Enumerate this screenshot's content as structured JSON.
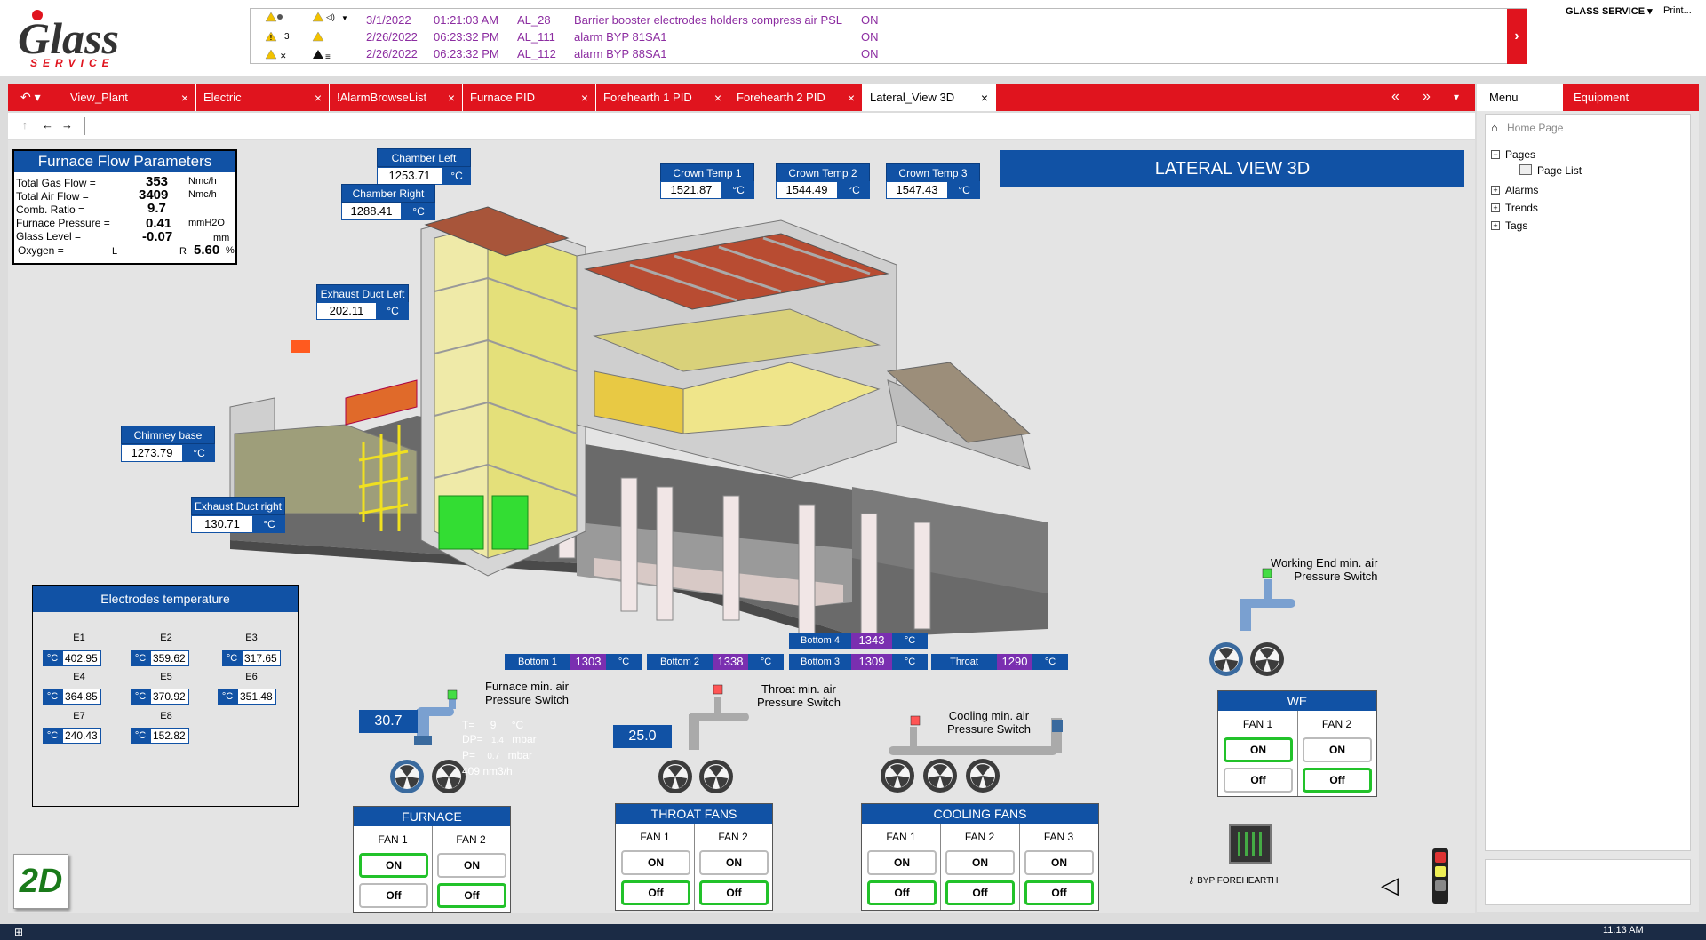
{
  "header": {
    "logo_text": "Glass",
    "logo_sub": "SERVICE",
    "user_menu": "GLASS SERVICE",
    "print_label": "Print...",
    "alarm_count": "3",
    "alarms": [
      {
        "date": "3/1/2022",
        "time": "01:21:03 AM",
        "code": "AL_28",
        "desc": "Barrier booster electrodes holders compress air PSL",
        "state": "ON"
      },
      {
        "date": "2/26/2022",
        "time": "06:23:32 PM",
        "code": "AL_111",
        "desc": "alarm BYP 81SA1",
        "state": "ON"
      },
      {
        "date": "2/26/2022",
        "time": "06:23:32 PM",
        "code": "AL_112",
        "desc": "alarm BYP 88SA1",
        "state": "ON"
      }
    ]
  },
  "tabs": [
    {
      "label": "View_Plant"
    },
    {
      "label": "Electric"
    },
    {
      "label": "!AlarmBrowseList"
    },
    {
      "label": "Furnace PID"
    },
    {
      "label": "Forehearth 1 PID"
    },
    {
      "label": "Forehearth 2 PID"
    },
    {
      "label": "Lateral_View 3D"
    }
  ],
  "right_panel": {
    "menu_tab": "Menu",
    "equipment_tab": "Equipment",
    "home": "Home Page",
    "tree": {
      "pages": "Pages",
      "page_list": "Page List",
      "alarms": "Alarms",
      "trends": "Trends",
      "tags": "Tags"
    }
  },
  "ffp": {
    "title": "Furnace Flow Parameters",
    "gas_label": "Total Gas Flow =",
    "gas_value": "353",
    "gas_unit": "Nmc/h",
    "air_label": "Total Air Flow =",
    "air_value": "3409",
    "air_unit": "Nmc/h",
    "ratio_label": "Comb. Ratio =",
    "ratio_value": "9.7",
    "press_label": "Furnace Pressure =",
    "press_value": "0.41",
    "press_unit": "mmH2O",
    "level_label": "Glass Level =",
    "level_value": "-0.07",
    "level_unit": "mm",
    "oxy_label": "Oxygen =",
    "oxy_l": "L",
    "oxy_r": "R",
    "oxy_value": "5.60",
    "oxy_unit": "%"
  },
  "title": "LATERAL VIEW 3D",
  "temps": {
    "unit": "°C",
    "chamber_left": {
      "label": "Chamber Left",
      "value": "1253.71"
    },
    "chamber_right": {
      "label": "Chamber Right",
      "value": "1288.41"
    },
    "exhaust_left": {
      "label": "Exhaust Duct Left",
      "value": "202.11"
    },
    "chimney": {
      "label": "Chimney base",
      "value": "1273.79"
    },
    "exhaust_right": {
      "label": "Exhaust Duct right",
      "value": "130.71"
    },
    "crown1": {
      "label": "Crown Temp 1",
      "value": "1521.87"
    },
    "crown2": {
      "label": "Crown Temp 2",
      "value": "1544.49"
    },
    "crown3": {
      "label": "Crown Temp 3",
      "value": "1547.43"
    }
  },
  "electrodes": {
    "title": "Electrodes temperature",
    "unit": "°C",
    "items": [
      {
        "name": "E1",
        "value": "402.95"
      },
      {
        "name": "E2",
        "value": "359.62"
      },
      {
        "name": "E3",
        "value": "317.65"
      },
      {
        "name": "E4",
        "value": "364.85"
      },
      {
        "name": "E5",
        "value": "370.92"
      },
      {
        "name": "E6",
        "value": "351.48"
      },
      {
        "name": "E7",
        "value": "240.43"
      },
      {
        "name": "E8",
        "value": "152.82"
      }
    ]
  },
  "bottom": {
    "unit": "°C",
    "b1": {
      "label": "Bottom 1",
      "value": "1303"
    },
    "b2": {
      "label": "Bottom 2",
      "value": "1338"
    },
    "b3": {
      "label": "Bottom 3",
      "value": "1309"
    },
    "b4": {
      "label": "Bottom 4",
      "value": "1343"
    },
    "throat": {
      "label": "Throat",
      "value": "1290"
    }
  },
  "furnace_fans": {
    "title": "FURNACE",
    "fan1": "FAN 1",
    "fan2": "FAN 2",
    "on": "ON",
    "off": "Off",
    "pressure_value": "30.7",
    "switch_label": "Furnace min. air\nPressure Switch",
    "t_label": "T=",
    "t_val": "9",
    "t_unit": "°C",
    "dp_label": "DP=",
    "dp_val": "1.4",
    "dp_unit": "mbar",
    "p_label": "P=",
    "p_val": "0.7",
    "p_unit": "mbar",
    "flow_val": "409",
    "flow_unit": "nm3/h"
  },
  "throat_fans": {
    "title": "THROAT FANS",
    "fan1": "FAN 1",
    "fan2": "FAN 2",
    "on": "ON",
    "off": "Off",
    "pressure_value": "25.0",
    "switch_label": "Throat min. air\nPressure Switch"
  },
  "cooling_fans": {
    "title": "COOLING FANS",
    "fan1": "FAN 1",
    "fan2": "FAN 2",
    "fan3": "FAN 3",
    "on": "ON",
    "off": "Off",
    "switch_label": "Cooling min. air\nPressure Switch"
  },
  "we_fans": {
    "title": "WE",
    "fan1": "FAN 1",
    "fan2": "FAN 2",
    "on": "ON",
    "off": "Off",
    "switch_label": "Working End min. air\nPressure Switch"
  },
  "byp_label": "BYP FOREHEARTH",
  "btn_2d": "2D",
  "clock": "11:13 AM",
  "colors": {
    "brand_red": "#e0141e",
    "panel_blue": "#1152a5",
    "value_purple": "#7a2fb0",
    "active_green": "#22c22a",
    "alarm_text": "#8c2da1"
  }
}
